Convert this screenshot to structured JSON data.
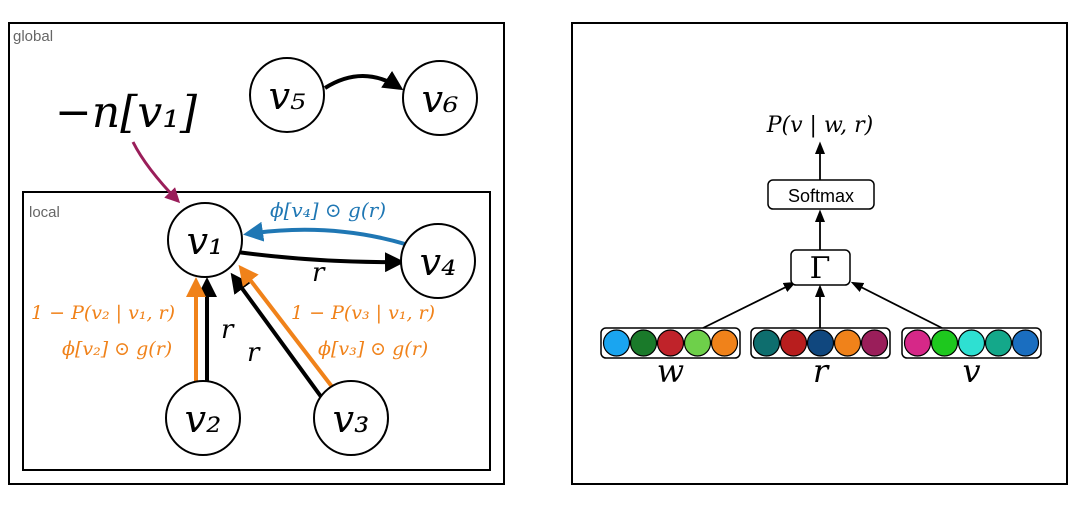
{
  "left_panel": {
    "global_label": "global",
    "local_label": "local",
    "neg_term": "−n[v₁]",
    "nodes": {
      "v1": "v₁",
      "v2": "v₂",
      "v3": "v₃",
      "v4": "v₄",
      "v5": "v₅",
      "v6": "v₆"
    },
    "edge_r_label": "r",
    "edge_v4_label": "ϕ[v₄] ⊙ g(r)",
    "edge_v2_label_1": "1 − P(v₂ | v₁, r)",
    "edge_v2_label_2": "ϕ[v₂] ⊙ g(r)",
    "edge_v3_label_1": "1 − P(v₃ | v₁, r)",
    "edge_v3_label_2": "ϕ[v₃] ⊙ g(r)"
  },
  "right_panel": {
    "output_label": "P(v | w, r)",
    "softmax_label": "Softmax",
    "gamma_label": "Γ",
    "inputs": [
      {
        "label": "w",
        "colors": [
          "#1aa5f0",
          "#1a7a2a",
          "#c0232a",
          "#6ed04a",
          "#f0821a"
        ]
      },
      {
        "label": "r",
        "colors": [
          "#0e6e6e",
          "#b81e1e",
          "#10477e",
          "#f0821a",
          "#9a1e5a"
        ]
      },
      {
        "label": "v",
        "colors": [
          "#d62888",
          "#1ec81e",
          "#2ee0d2",
          "#14a88a",
          "#1a6ec0"
        ]
      }
    ]
  },
  "colors": {
    "orange": "#f0821a",
    "blue": "#1f77b4",
    "purple": "#9a1e5a",
    "black": "#000000"
  }
}
